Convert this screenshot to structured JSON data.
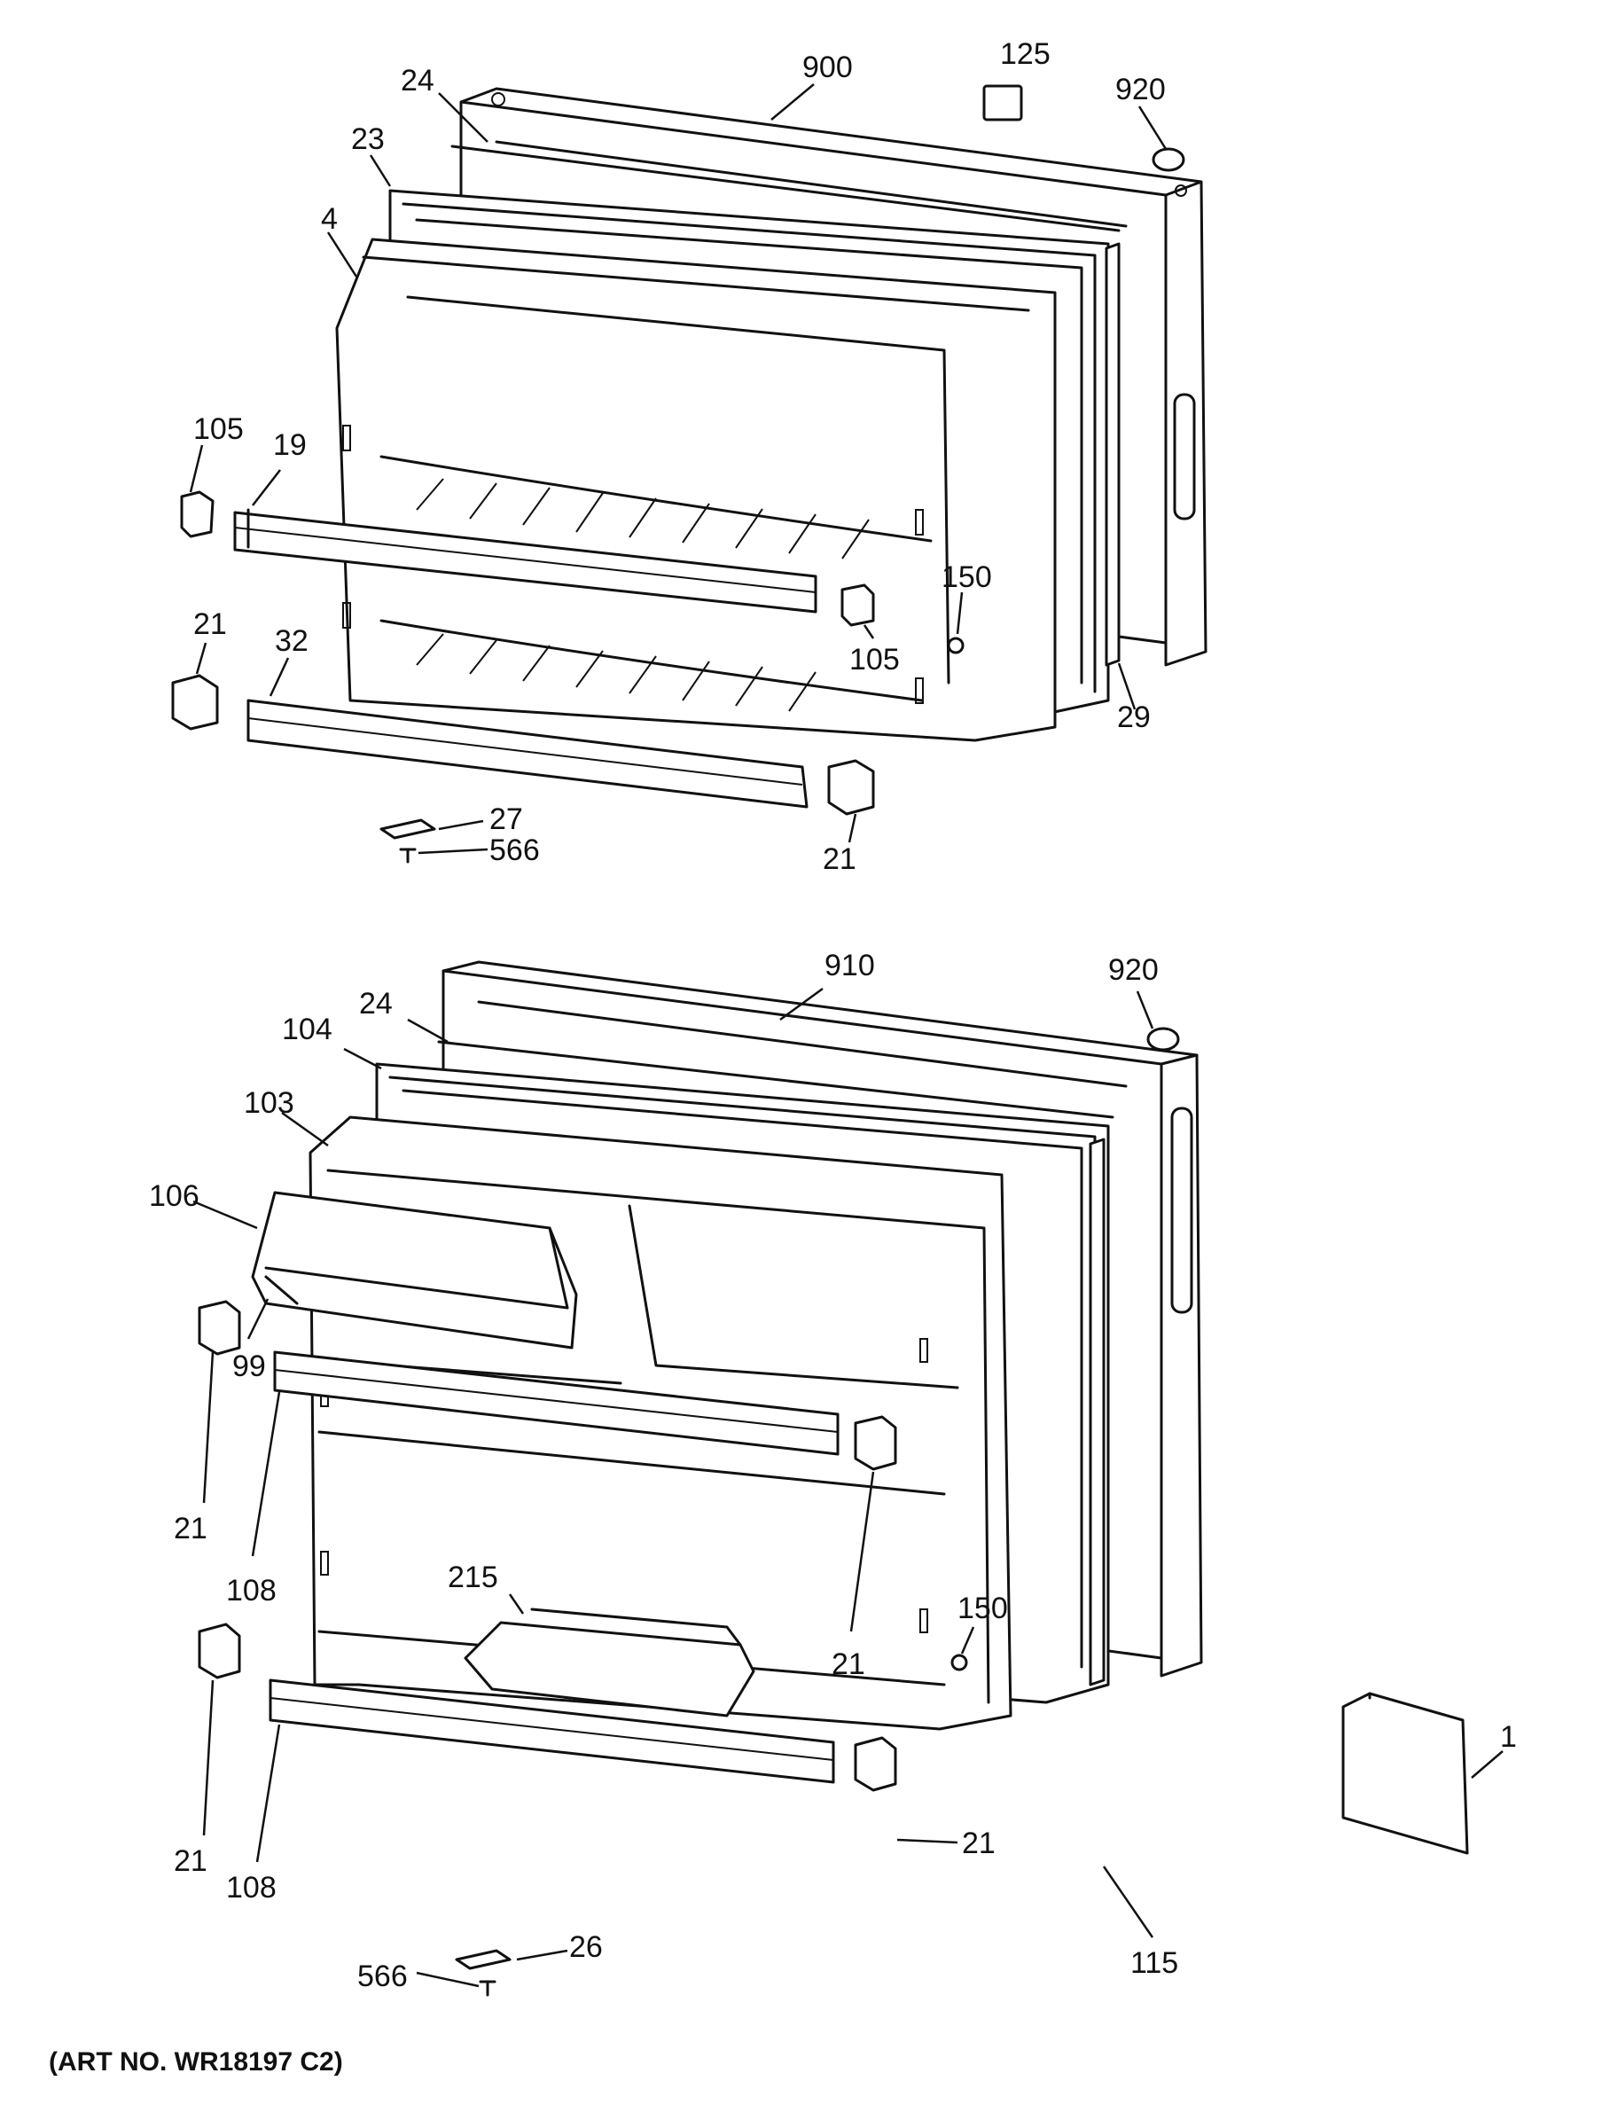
{
  "art_number": "(ART NO. WR18197 C2)",
  "upper_door": {
    "callouts": {
      "c900": "900",
      "c125": "125",
      "c920": "920",
      "c24": "24",
      "c23": "23",
      "c4": "4",
      "c105a": "105",
      "c19": "19",
      "c150": "150",
      "c105b": "105",
      "c21a": "21",
      "c32": "32",
      "c29": "29",
      "c27": "27",
      "c566": "566",
      "c21b": "21"
    }
  },
  "lower_door": {
    "callouts": {
      "c910": "910",
      "c920": "920",
      "c24": "24",
      "c104": "104",
      "c103": "103",
      "c106": "106",
      "c99": "99",
      "c21a": "21",
      "c108a": "108",
      "c215": "215",
      "c150": "150",
      "c21b": "21",
      "c1": "1",
      "c21c": "21",
      "c21d": "21",
      "c108b": "108",
      "c115": "115",
      "c26": "26",
      "c566": "566"
    }
  }
}
